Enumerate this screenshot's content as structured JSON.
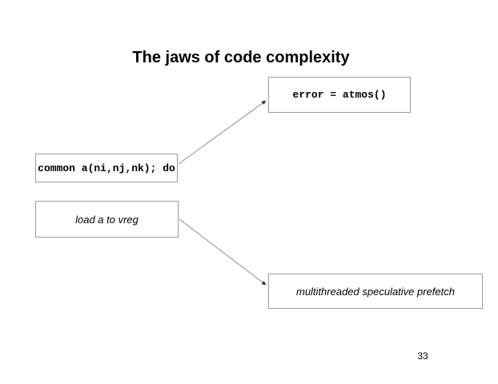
{
  "slide": {
    "title": "The jaws of code complexity",
    "page_number": "33"
  },
  "nodes": [
    {
      "id": "error-call",
      "label": "error = atmos()",
      "style": "code"
    },
    {
      "id": "common-decl",
      "label": "common a(ni,nj,nk); do",
      "style": "code"
    },
    {
      "id": "load-vreg",
      "label": "load a to vreg",
      "style": "italic"
    },
    {
      "id": "prefetch",
      "label": "multithreaded speculative prefetch",
      "style": "italic"
    }
  ],
  "connectors": [
    {
      "from": "common-decl",
      "to": "error-call"
    },
    {
      "from": "load-vreg",
      "to": "prefetch"
    }
  ],
  "colors": {
    "background": "#ffffff",
    "box_border": "#9b9b9b",
    "connector_line": "#8c8c8c",
    "text": "#000000"
  }
}
